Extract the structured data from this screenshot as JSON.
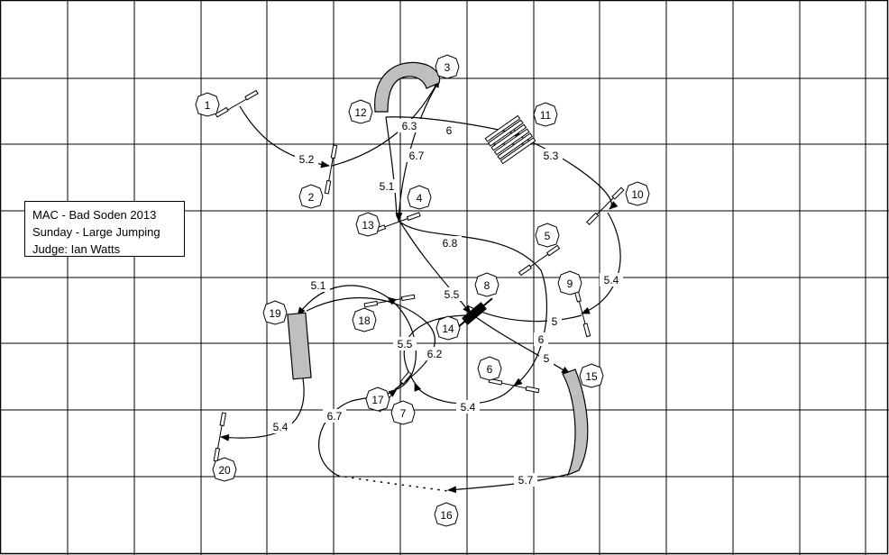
{
  "course_info": {
    "title": "MAC - Bad Soden 2013",
    "subtitle": "Sunday - Large Jumping",
    "judge": "Judge: Ian Watts"
  },
  "obstacles": [
    {
      "id": "o1",
      "label": "1"
    },
    {
      "id": "o2",
      "label": "2"
    },
    {
      "id": "o3",
      "label": "3"
    },
    {
      "id": "o4",
      "label": "4"
    },
    {
      "id": "o5",
      "label": "5"
    },
    {
      "id": "o6",
      "label": "6"
    },
    {
      "id": "o7",
      "label": "7"
    },
    {
      "id": "o8",
      "label": "8"
    },
    {
      "id": "o9",
      "label": "9"
    },
    {
      "id": "o10",
      "label": "10"
    },
    {
      "id": "o11",
      "label": "11"
    },
    {
      "id": "o12",
      "label": "12"
    },
    {
      "id": "o13",
      "label": "13"
    },
    {
      "id": "o14",
      "label": "14"
    },
    {
      "id": "o15",
      "label": "15"
    },
    {
      "id": "o16",
      "label": "16"
    },
    {
      "id": "o17",
      "label": "17"
    },
    {
      "id": "o18",
      "label": "18"
    },
    {
      "id": "o19",
      "label": "19"
    },
    {
      "id": "o20",
      "label": "20"
    }
  ],
  "distances": [
    {
      "id": "d1",
      "label": "5.2"
    },
    {
      "id": "d2",
      "label": "6.3"
    },
    {
      "id": "d3",
      "label": "6"
    },
    {
      "id": "d4",
      "label": "6.7"
    },
    {
      "id": "d5",
      "label": "5.1"
    },
    {
      "id": "d6",
      "label": "5.3"
    },
    {
      "id": "d7",
      "label": "6.8"
    },
    {
      "id": "d8",
      "label": "5.5"
    },
    {
      "id": "d9",
      "label": "5.4"
    },
    {
      "id": "d10",
      "label": "5.1"
    },
    {
      "id": "d11",
      "label": "5"
    },
    {
      "id": "d12",
      "label": "5.5"
    },
    {
      "id": "d13",
      "label": "6.2"
    },
    {
      "id": "d14",
      "label": "6"
    },
    {
      "id": "d15",
      "label": "5"
    },
    {
      "id": "d16",
      "label": "5.4"
    },
    {
      "id": "d17",
      "label": "6.7"
    },
    {
      "id": "d18",
      "label": "5.4"
    },
    {
      "id": "d19",
      "label": "5.7"
    }
  ]
}
